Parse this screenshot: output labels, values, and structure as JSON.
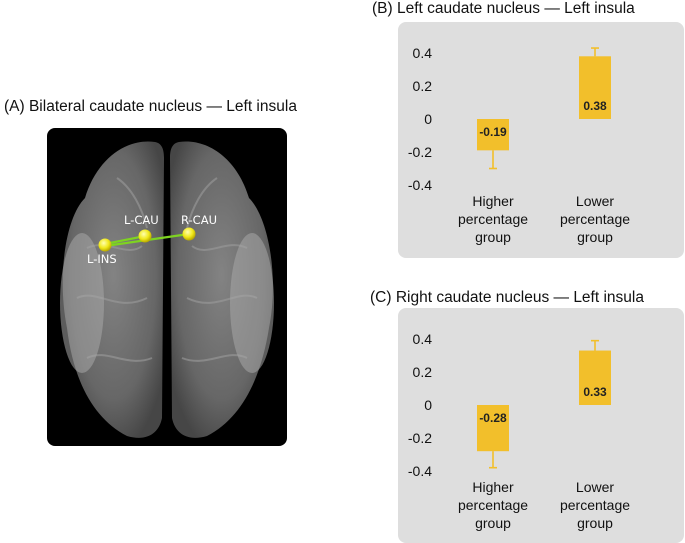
{
  "panel_a": {
    "title": "(A) Bilateral caudate nucleus — Left insula",
    "nodes": [
      {
        "id": "l-ins",
        "label": "L-INS"
      },
      {
        "id": "l-cau",
        "label": "L-CAU"
      },
      {
        "id": "r-cau",
        "label": "R-CAU"
      }
    ],
    "edges": [
      [
        "l-ins",
        "l-cau"
      ],
      [
        "l-ins",
        "r-cau"
      ]
    ],
    "colors": {
      "node": "#f0e81a",
      "edge": "#7ed321",
      "background": "#000000"
    }
  },
  "chart_data": [
    {
      "id": "b",
      "type": "bar",
      "title": "(B) Left caudate nucleus — Left insula",
      "categories": [
        [
          "Higher",
          "percentage",
          "group"
        ],
        [
          "Lower",
          "percentage",
          "group"
        ]
      ],
      "values": [
        -0.19,
        0.38
      ],
      "value_labels": [
        "-0.19",
        "0.38"
      ],
      "error_bars": [
        0.11,
        0.05
      ],
      "ylim": [
        -0.4,
        0.4
      ],
      "yticks": [
        "0.4",
        "0.2",
        "0",
        "-0.2",
        "-0.4"
      ],
      "bar_color": "#f2bf2b",
      "grid": false
    },
    {
      "id": "c",
      "type": "bar",
      "title": "(C) Right caudate nucleus — Left insula",
      "categories": [
        [
          "Higher",
          "percentage",
          "group"
        ],
        [
          "Lower",
          "percentage",
          "group"
        ]
      ],
      "values": [
        -0.28,
        0.33
      ],
      "value_labels": [
        "-0.28",
        "0.33"
      ],
      "error_bars": [
        0.1,
        0.06
      ],
      "ylim": [
        -0.4,
        0.4
      ],
      "yticks": [
        "0.4",
        "0.2",
        "0",
        "-0.2",
        "-0.4"
      ],
      "bar_color": "#f2bf2b",
      "grid": false
    }
  ]
}
